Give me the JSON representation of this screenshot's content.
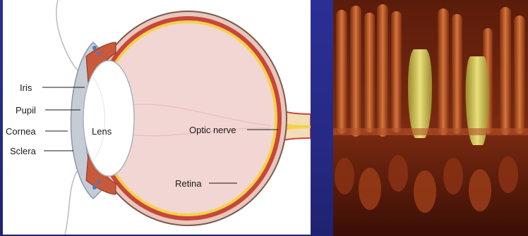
{
  "diagram": {
    "labels": {
      "iris": "Iris",
      "pupil": "Pupil",
      "cornea": "Cornea",
      "sclera": "Sclera",
      "lens": "Lens",
      "optic_nerve": "Optic nerve",
      "retina": "Retina"
    }
  },
  "photo": {
    "subject": "retina-photoreceptor-micrograph"
  },
  "colors": {
    "background": "#2a2f95",
    "sclera_outer": "#8b6a5a",
    "choroid": "#c8463a",
    "retina_layer": "#f3d24a",
    "vitreous": "#f2d9d6",
    "lens": "#ffffff",
    "cornea": "#b9c3cf",
    "micrograph_rods": "#c05a26",
    "micrograph_cones": "#d8c860"
  }
}
